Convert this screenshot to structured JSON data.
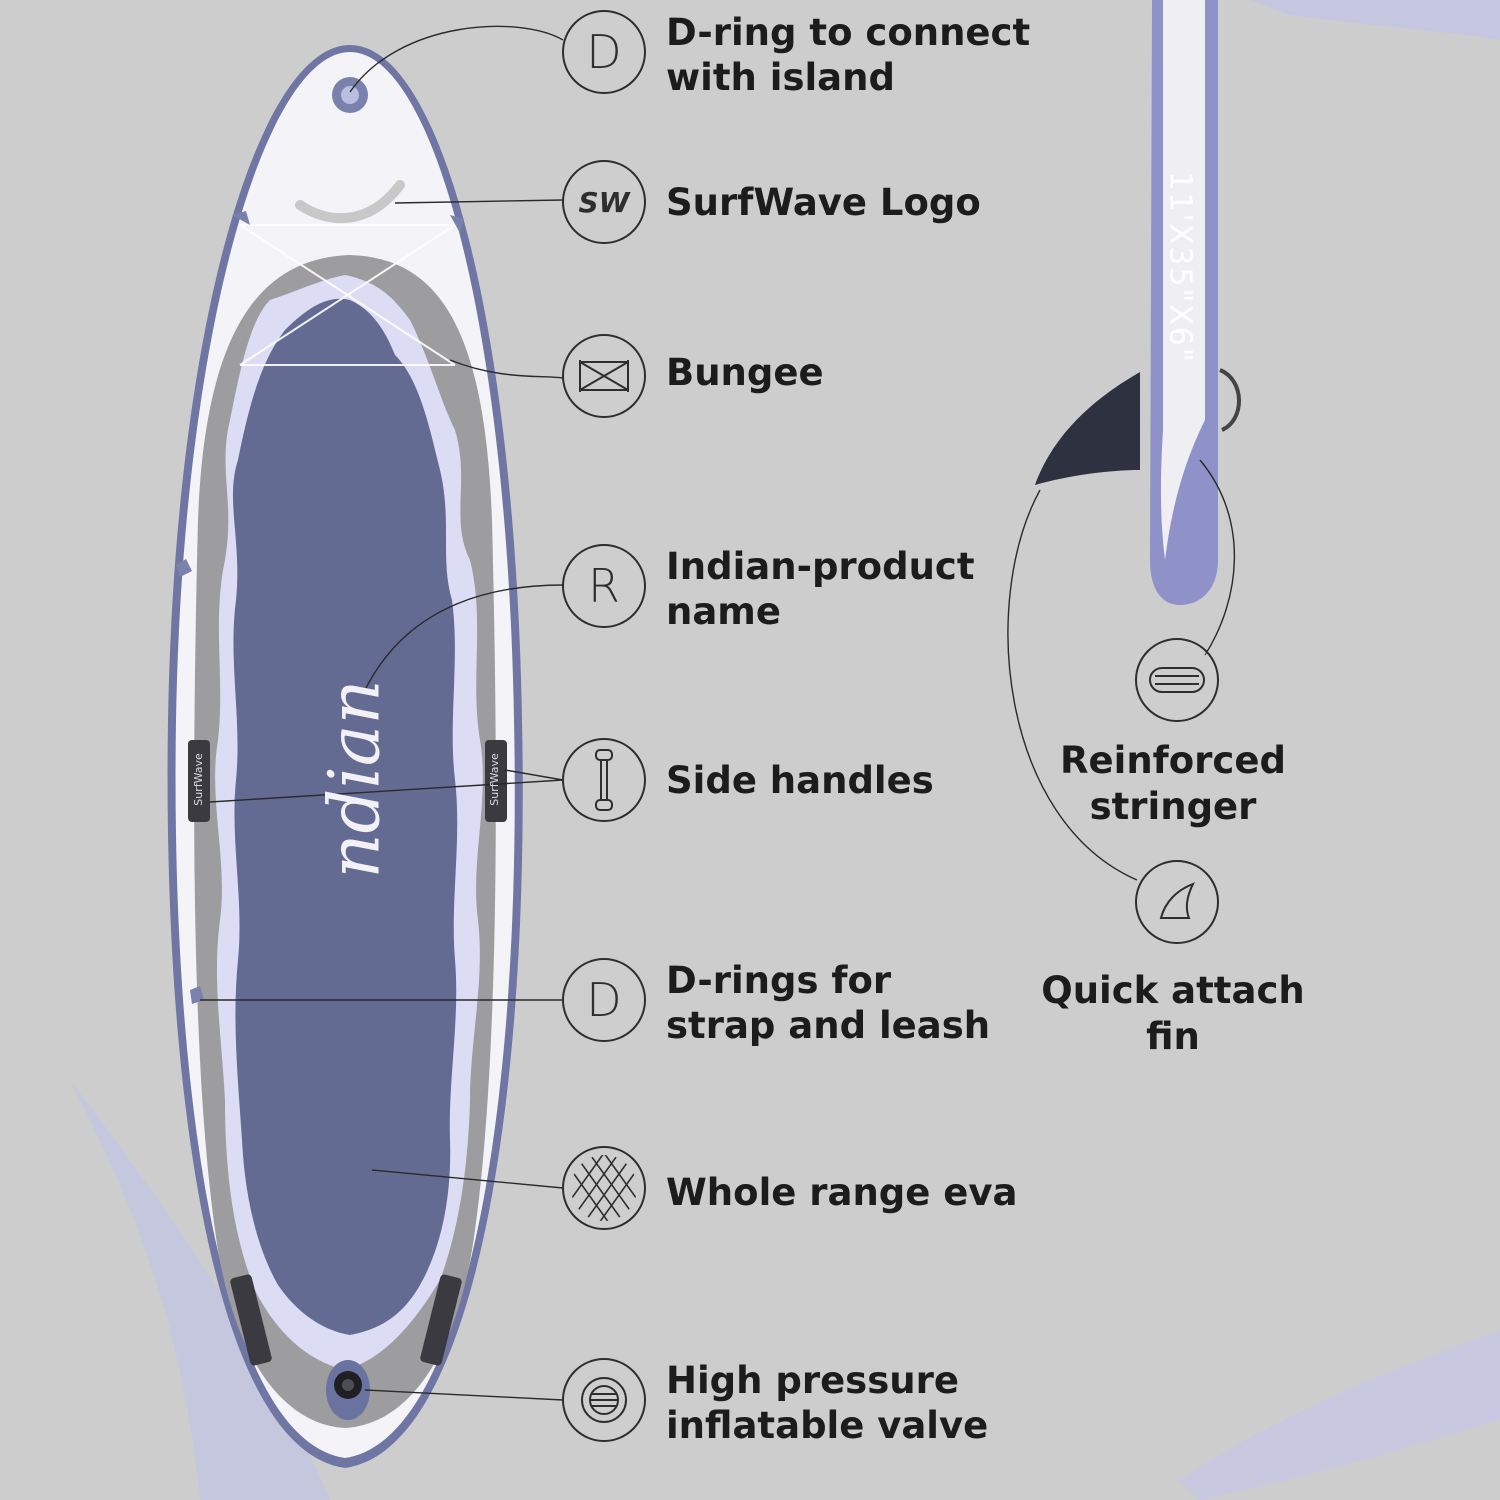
{
  "colors": {
    "background": "#cdcdcd",
    "board_purple": "#6a72a0",
    "deck_pad": "#616a92",
    "outline_lilac": "#b9bde6",
    "text": "#1c1c1c"
  },
  "features": [
    {
      "icon": "d-ring-icon",
      "badge": "D",
      "lines": [
        "D-ring to connect",
        "with island"
      ]
    },
    {
      "icon": "surfwave-logo-icon",
      "badge": "SW",
      "lines": [
        "SurfWave Logo"
      ]
    },
    {
      "icon": "bungee-icon",
      "badge": "",
      "lines": [
        "Bungee"
      ]
    },
    {
      "icon": "registered-icon",
      "badge": "R",
      "lines": [
        "Indian-product",
        "name"
      ]
    },
    {
      "icon": "handle-icon",
      "badge": "",
      "lines": [
        "Side handles"
      ]
    },
    {
      "icon": "d-ring-icon",
      "badge": "D",
      "lines": [
        "D-rings for",
        "strap and leash"
      ]
    },
    {
      "icon": "eva-pad-icon",
      "badge": "",
      "lines": [
        "Whole range eva"
      ]
    },
    {
      "icon": "valve-icon",
      "badge": "",
      "lines": [
        "High pressure",
        "inflatable valve"
      ]
    }
  ],
  "side_features": [
    {
      "icon": "stringer-icon",
      "lines": [
        "Reinforced",
        "stringer"
      ]
    },
    {
      "icon": "fin-icon",
      "lines": [
        "Quick attach",
        "fin"
      ]
    }
  ],
  "board": {
    "name_script": "ndian",
    "handle_brand": "SurfWave",
    "dimensions": "11'X35\"X6\""
  }
}
